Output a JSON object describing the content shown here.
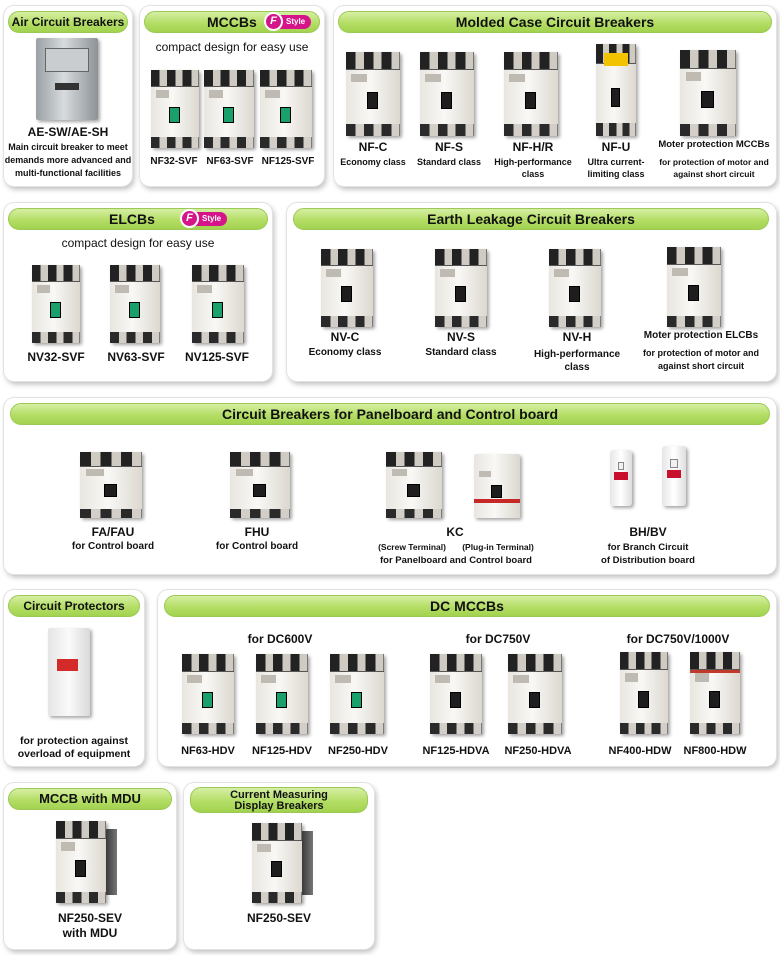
{
  "colors": {
    "pill_green": "#b4de66",
    "fstyle_magenta": "#d6148a"
  },
  "fstyle": {
    "letter": "F",
    "text": "Style"
  },
  "acb": {
    "title": "Air Circuit Breakers",
    "model": "AE-SW/AE-SH",
    "desc_1": "Main circuit breaker to meet",
    "desc_2": "demands more advanced and",
    "desc_3": "multi-functional facilities"
  },
  "mccbs": {
    "title": "MCCBs",
    "subtitle": "compact design for easy use",
    "items": [
      "NF32-SVF",
      "NF63-SVF",
      "NF125-SVF"
    ]
  },
  "molded": {
    "title": "Molded Case Circuit Breakers",
    "items": [
      {
        "name": "NF-C",
        "desc_1": "Economy class",
        "desc_2": ""
      },
      {
        "name": "NF-S",
        "desc_1": "Standard class",
        "desc_2": ""
      },
      {
        "name": "NF-H/R",
        "desc_1": "High-performance",
        "desc_2": "class"
      },
      {
        "name": "NF-U",
        "desc_1": "Ultra current-",
        "desc_2": "limiting class"
      },
      {
        "name": "Moter protection MCCBs",
        "desc_1": "for protection of motor and",
        "desc_2": "against short circuit"
      }
    ]
  },
  "elcbs": {
    "title": "ELCBs",
    "subtitle": "compact design for easy use",
    "items": [
      "NV32-SVF",
      "NV63-SVF",
      "NV125-SVF"
    ]
  },
  "earth": {
    "title": "Earth Leakage Circuit Breakers",
    "items": [
      {
        "name": "NV-C",
        "desc_1": "Economy class",
        "desc_2": ""
      },
      {
        "name": "NV-S",
        "desc_1": "Standard class",
        "desc_2": ""
      },
      {
        "name": "NV-H",
        "desc_1": "High-performance",
        "desc_2": "class"
      },
      {
        "name": "Moter protection ELCBs",
        "desc_1": "for protection of motor and",
        "desc_2": "against short circuit"
      }
    ]
  },
  "panelboard": {
    "title": "Circuit Breakers for Panelboard and Control board",
    "fa": {
      "name": "FA/FAU",
      "desc": "for Control board"
    },
    "fhu": {
      "name": "FHU",
      "desc": "for Control board"
    },
    "kc": {
      "name": "KC",
      "screw": "(Screw Terminal)",
      "plug": "(Plug-in Terminal)",
      "desc": "for Panelboard and Control board"
    },
    "bh": {
      "name": "BH/BV",
      "desc_1": "for Branch Circuit",
      "desc_2": "of Distribution board"
    }
  },
  "protectors": {
    "title": "Circuit Protectors",
    "desc_1": "for protection against",
    "desc_2": "overload of equipment"
  },
  "dc": {
    "title": "DC MCCBs",
    "groups": [
      "for DC600V",
      "for DC750V",
      "for DC750V/1000V"
    ],
    "items": [
      "NF63-HDV",
      "NF125-HDV",
      "NF250-HDV",
      "NF125-HDVA",
      "NF250-HDVA",
      "NF400-HDW",
      "NF800-HDW"
    ]
  },
  "mdu": {
    "title": "MCCB with MDU",
    "model_1": "NF250-SEV",
    "model_2": "with MDU"
  },
  "cmd": {
    "title_1": "Current Measuring",
    "title_2": "Display Breakers",
    "model": "NF250-SEV"
  }
}
